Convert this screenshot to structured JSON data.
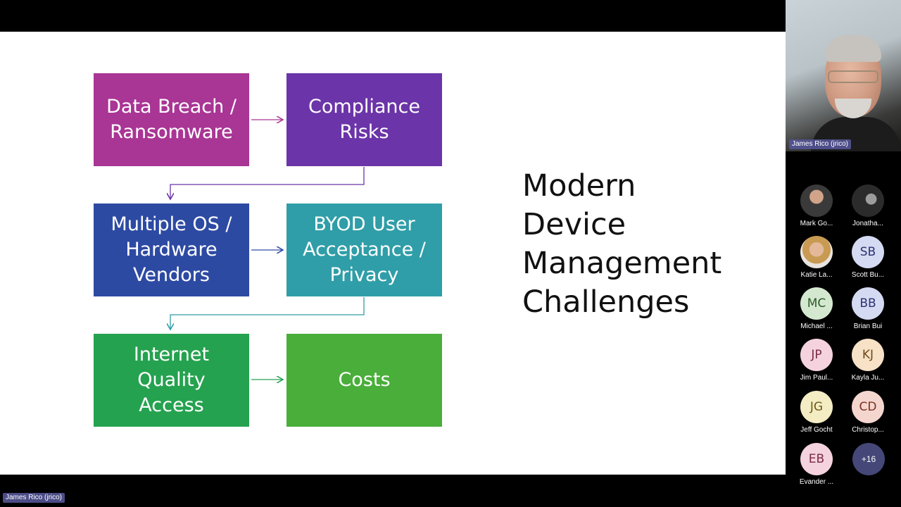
{
  "slide": {
    "title": "Modern\nDevice\nManagement\nChallenges",
    "boxes": [
      {
        "label": "Data Breach /\nRansomware",
        "color": "#a93595"
      },
      {
        "label": "Compliance\nRisks",
        "color": "#6b34a8"
      },
      {
        "label": "Multiple OS /\nHardware\nVendors",
        "color": "#2d4aa3"
      },
      {
        "label": "BYOD User\nAcceptance /\nPrivacy",
        "color": "#2f9ea8"
      },
      {
        "label": "Internet\nQuality\nAccess",
        "color": "#25a24f"
      },
      {
        "label": "Costs",
        "color": "#4aae3a"
      }
    ],
    "arrow_colors": [
      "#a93595",
      "#6b34a8",
      "#2d4aa3",
      "#2f9ea8",
      "#25a24f"
    ]
  },
  "video": {
    "name_tag": "James Rico (jrico)"
  },
  "participants": [
    {
      "initials": "",
      "name": "Mark Go...",
      "bg": "",
      "fg": ""
    },
    {
      "initials": "",
      "name": "Jonatha...",
      "bg": "",
      "fg": ""
    },
    {
      "initials": "",
      "name": "Katie La...",
      "bg": "",
      "fg": ""
    },
    {
      "initials": "SB",
      "name": "Scott Bu...",
      "bg": "#d5daf3",
      "fg": "#2c3270"
    },
    {
      "initials": "MC",
      "name": "Michael ...",
      "bg": "#d4e8d0",
      "fg": "#2d5a2a"
    },
    {
      "initials": "BB",
      "name": "Brian Bui",
      "bg": "#d5daf3",
      "fg": "#2c3270"
    },
    {
      "initials": "JP",
      "name": "Jim Paul...",
      "bg": "#f4d2de",
      "fg": "#7a2a44"
    },
    {
      "initials": "KJ",
      "name": "Kayla Ju...",
      "bg": "#f7e2c7",
      "fg": "#6e4a1b"
    },
    {
      "initials": "JG",
      "name": "Jeff Gocht",
      "bg": "#f4ecc3",
      "fg": "#6b5a17"
    },
    {
      "initials": "CD",
      "name": "Christop...",
      "bg": "#f5d6cf",
      "fg": "#7a3323"
    },
    {
      "initials": "EB",
      "name": "Evander ...",
      "bg": "#f4d2de",
      "fg": "#7a2a44"
    }
  ],
  "more_count": "+16",
  "presenter_tag": "James Rico (jrico)"
}
